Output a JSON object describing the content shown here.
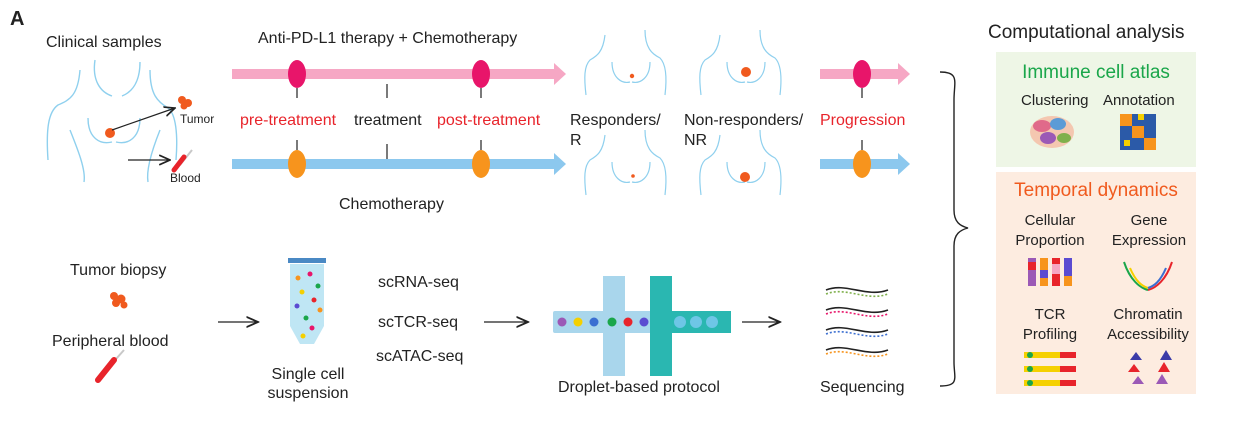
{
  "panel_label": "A",
  "clinical": {
    "title": "Clinical samples",
    "tumor": "Tumor",
    "blood": "Blood"
  },
  "timeline": {
    "top_title": "Anti-PD-L1 therapy + Chemotherapy",
    "bottom_title": "Chemotherapy",
    "pre": "pre-treatment",
    "mid": "treatment",
    "post": "post-treatment",
    "progression": "Progression",
    "colors": {
      "pink": "#f6a7c4",
      "magenta": "#e8156a",
      "blue": "#8cc8ee",
      "orange": "#f7941d"
    }
  },
  "outcomes": {
    "responders_line1": "Responders/",
    "responders_line2": "R",
    "nonresponders_line1": "Non-responders/",
    "nonresponders_line2": "NR"
  },
  "protocol": {
    "tumor_biopsy": "Tumor biopsy",
    "peripheral_blood": "Peripheral blood",
    "suspension_line1": "Single cell",
    "suspension_line2": "suspension",
    "methods": [
      "scRNA-seq",
      "scTCR-seq",
      "scATAC-seq"
    ],
    "droplet": "Droplet-based protocol",
    "sequencing": "Sequencing"
  },
  "analysis": {
    "title": "Computational analysis",
    "atlas": {
      "title": "Immune cell atlas",
      "clustering": "Clustering",
      "annotation": "Annotation"
    },
    "temporal": {
      "title": "Temporal dynamics",
      "cellular_line1": "Cellular",
      "cellular_line2": "Proportion",
      "gene_line1": "Gene",
      "gene_line2": "Expression",
      "tcr_line1": "TCR",
      "tcr_line2": "Profiling",
      "chromatin_line1": "Chromatin",
      "chromatin_line2": "Accessibility"
    },
    "colors": {
      "atlas_title": "#1aa64a",
      "temporal_title": "#f05a1e"
    }
  }
}
